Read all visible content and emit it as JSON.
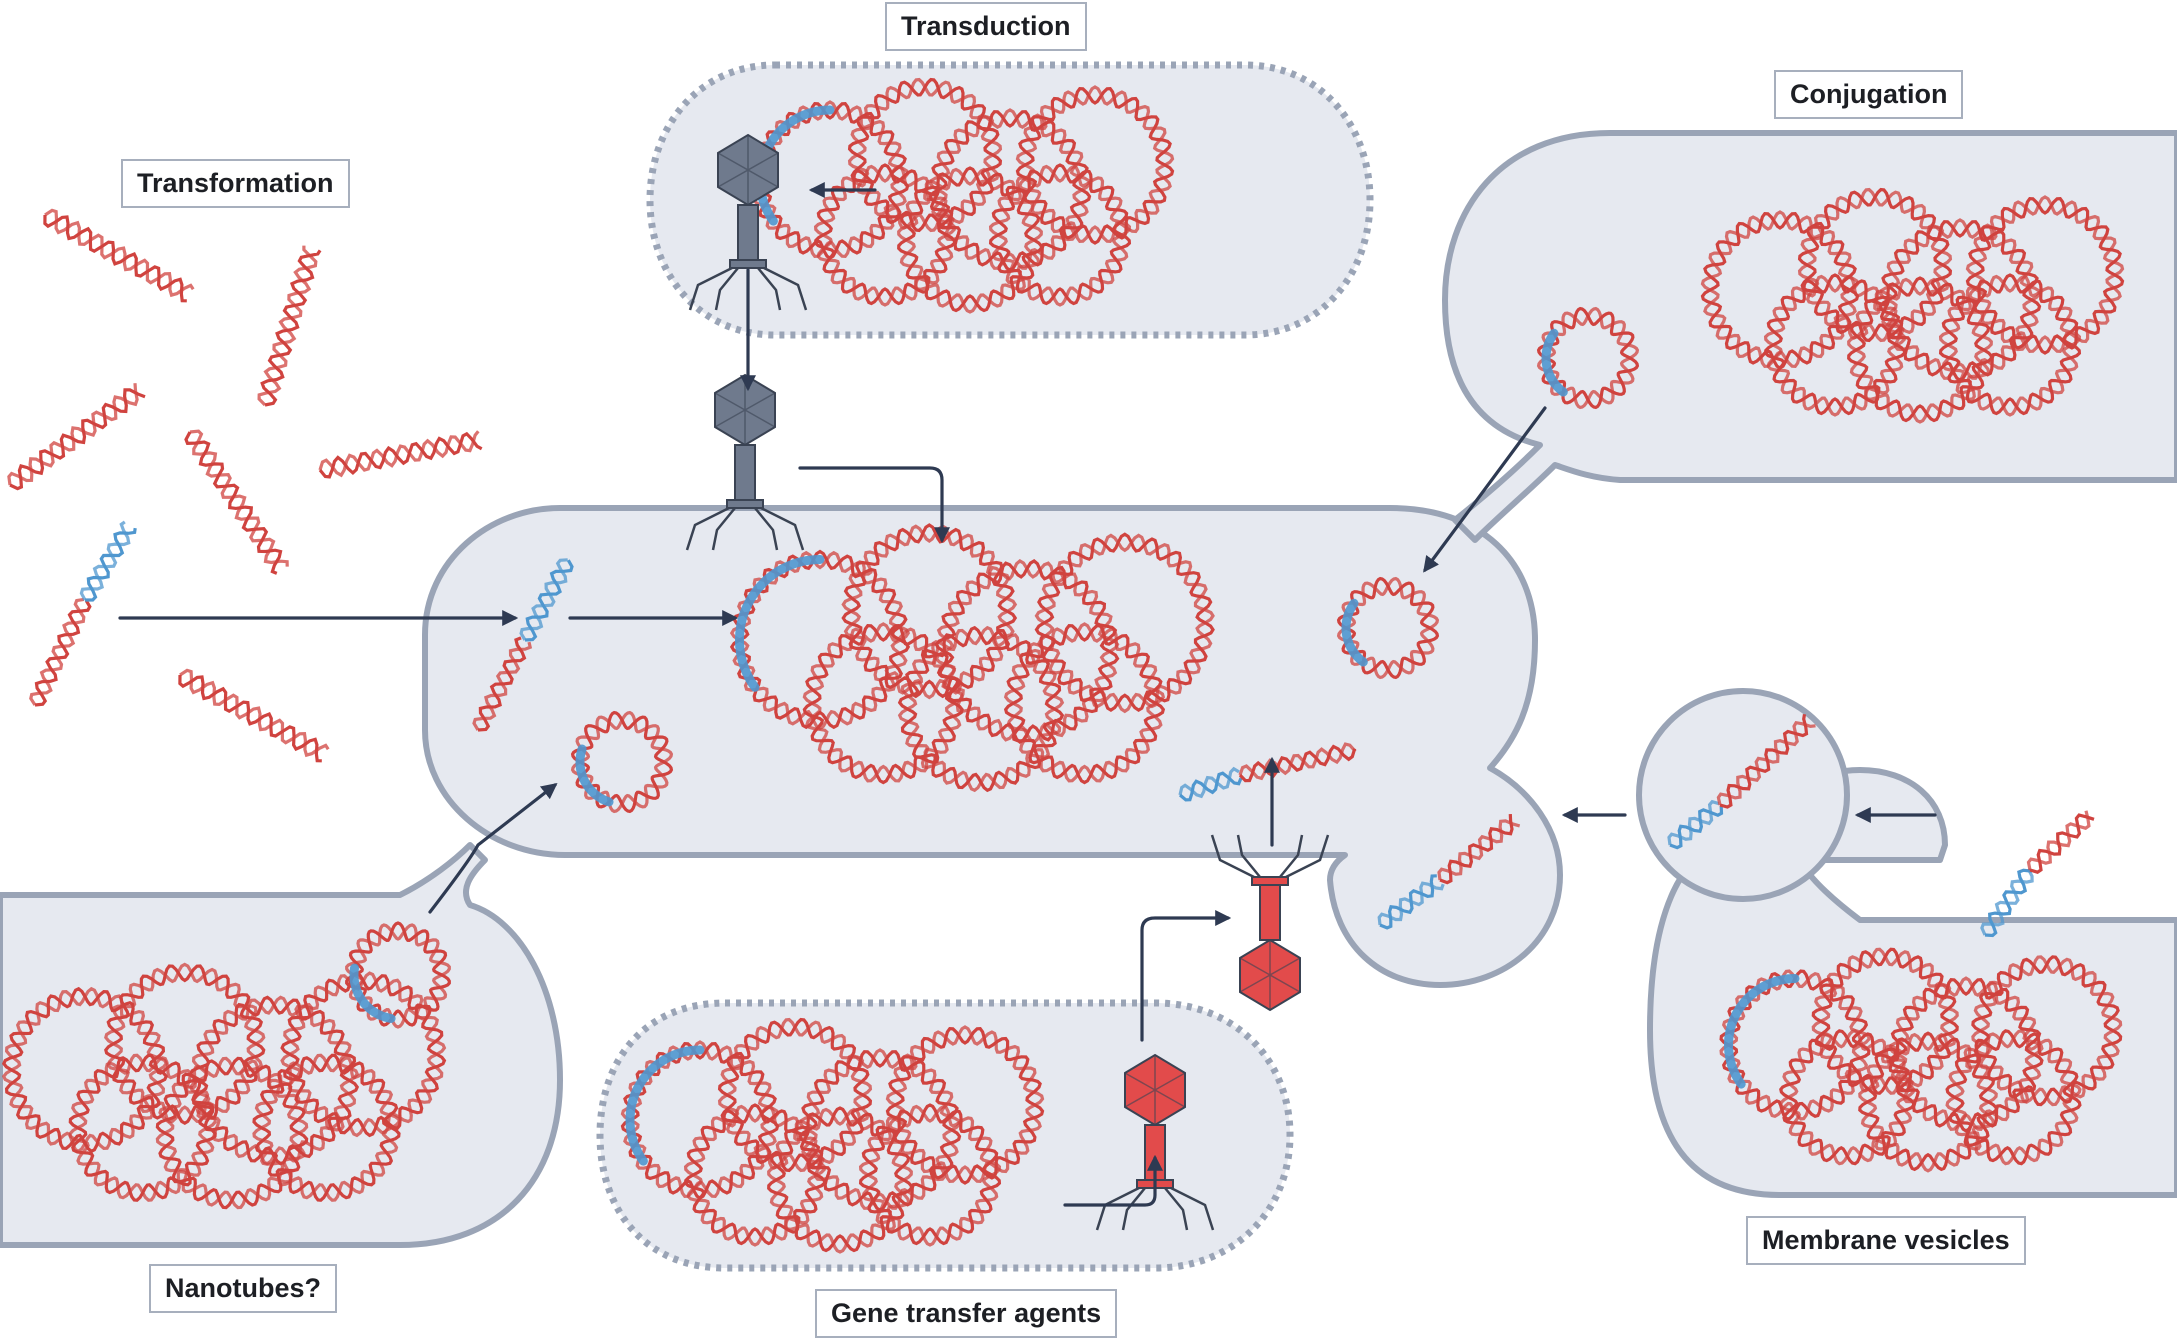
{
  "labels": {
    "transduction": "Transduction",
    "transformation": "Transformation",
    "conjugation": "Conjugation",
    "nanotubes": "Nanotubes?",
    "gene_transfer_agents": "Gene transfer agents",
    "membrane_vesicles": "Membrane vesicles"
  },
  "colors": {
    "cell_fill": "#e6e9f0",
    "cell_outline": "#9aa4b6",
    "dna_red": "#d0433f",
    "dna_blue": "#4f97cf",
    "phage_grey": "#6f7a8d",
    "gta_red": "#e24b4b",
    "arrow": "#2e3a52"
  },
  "icons": [
    "dna-helix-icon",
    "plasmid-icon",
    "chromosome-icon",
    "phage-icon",
    "gene-transfer-agent-icon",
    "vesicle-icon",
    "arrow-icon"
  ]
}
